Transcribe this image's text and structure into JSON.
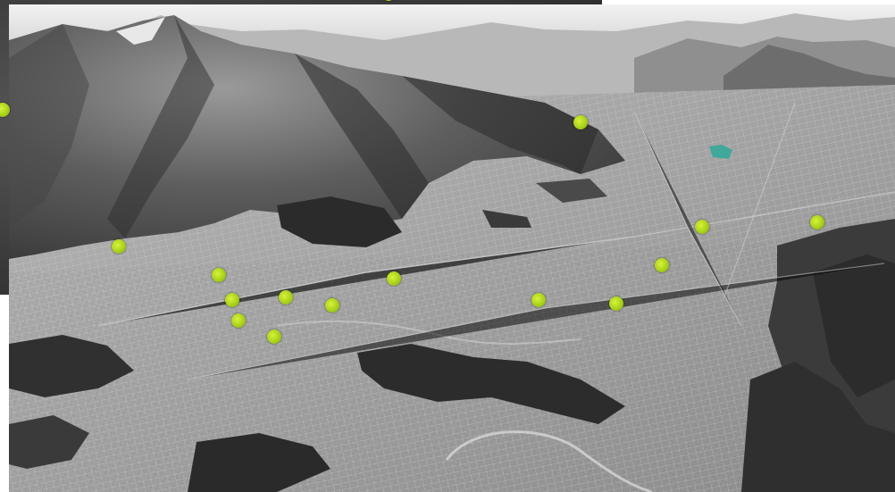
{
  "map": {
    "style": "monochrome-3d-aerial",
    "colors": {
      "marker": "#b4d61e",
      "highlight_area": "#2fa89a"
    },
    "marker_count": 16,
    "highlight_area_count": 1
  }
}
